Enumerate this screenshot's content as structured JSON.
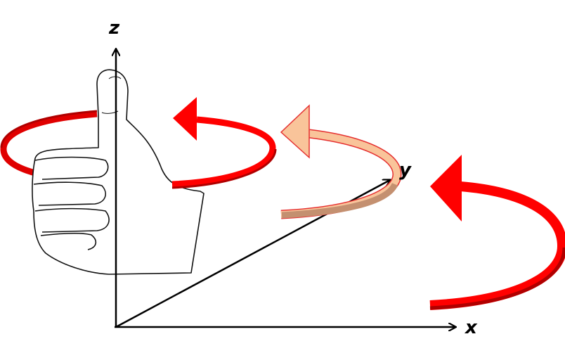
{
  "diagram": {
    "axes": {
      "z_label": "z",
      "y_label": "y",
      "x_label": "x"
    },
    "colors": {
      "rotation_arrow": "#ff0000",
      "rotation_arrow_shade": "#c00000",
      "y_rotation_arrow": "#f9c49a",
      "y_rotation_arrow_shade": "#c49070",
      "axis": "#000000"
    },
    "illustration": "right-hand-thumbs-up"
  }
}
